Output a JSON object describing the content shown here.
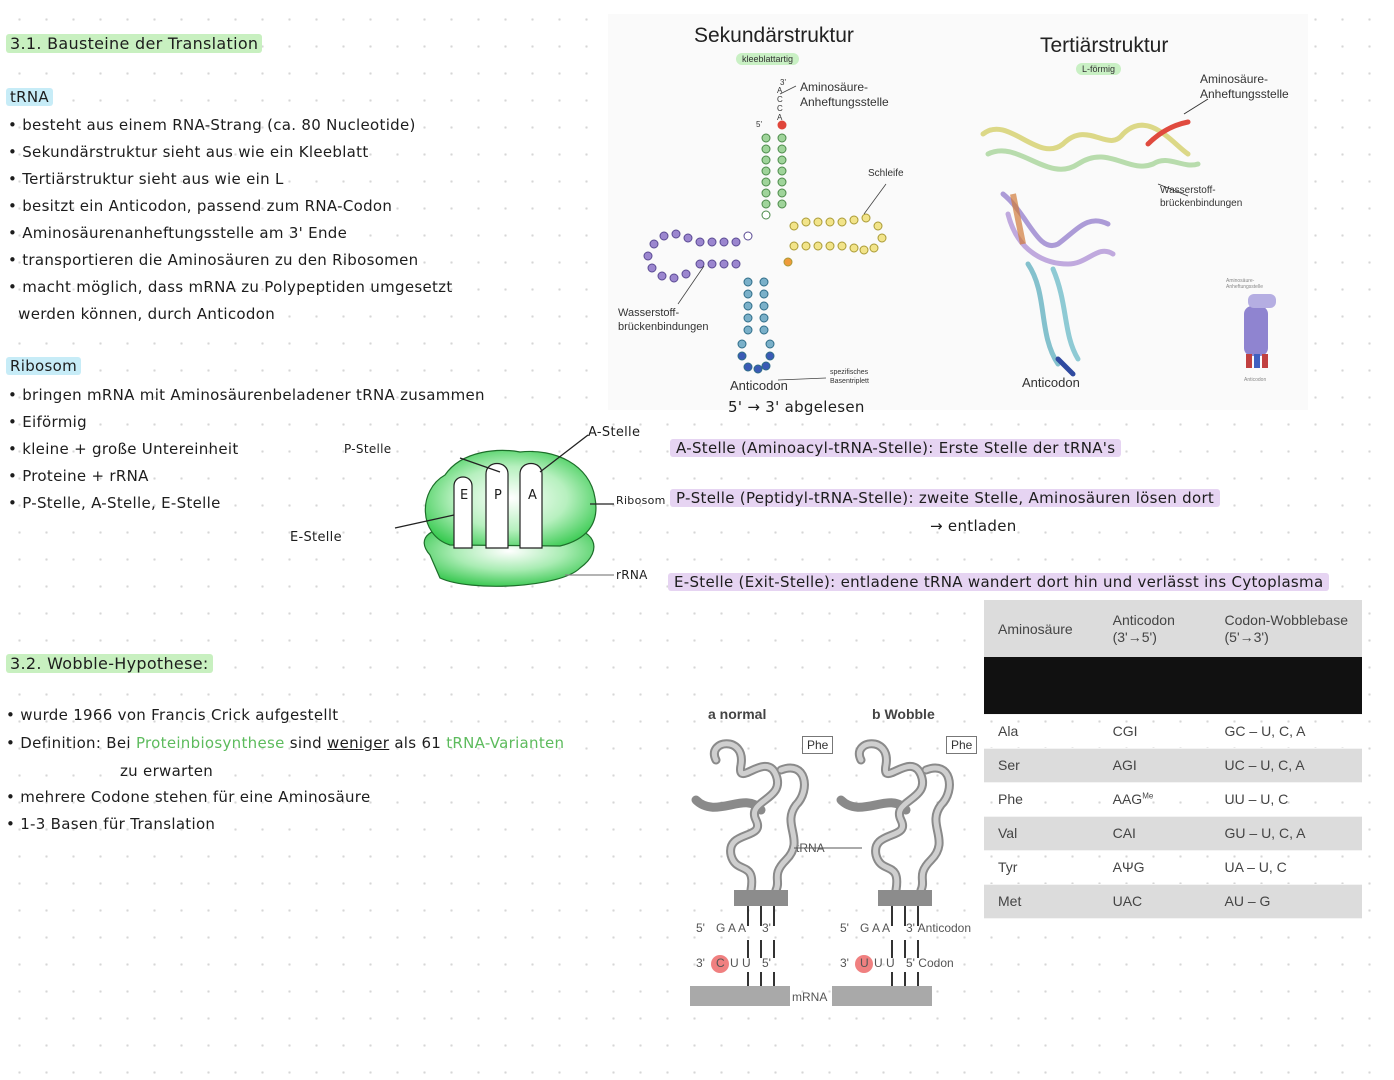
{
  "sec31": {
    "title": "3.1. Bausteine der Translation",
    "trna_heading": "tRNA",
    "trna_items": [
      "• besteht aus einem RNA-Strang (ca. 80 Nucleotide)",
      "• Sekundärstruktur sieht aus wie ein Kleeblatt",
      "• Tertiärstruktur sieht aus wie ein L",
      "• besitzt ein Anticodon, passend zum RNA-Codon",
      "• Aminosäurenanheftungsstelle am 3' Ende",
      "• transportieren die Aminosäuren zu den Ribosomen",
      "• macht möglich, dass mRNA zu Polypeptiden umgesetzt",
      "  werden können, durch Anticodon"
    ],
    "ribosom_heading": "Ribosom",
    "ribosom_items": [
      "• bringen mRNA mit Aminosäurenbeladener tRNA zusammen",
      "• Eiförmig",
      "• kleine + große Untereinheit",
      "• Proteine + rRNA",
      "• P-Stelle, A-Stelle, E-Stelle"
    ]
  },
  "ribosome_diagram": {
    "p_label": "P-Stelle",
    "a_label": "A-Stelle",
    "e_label": "E-Stelle",
    "ribosom_label": "Ribosom",
    "rrna_label": "rRNA",
    "slot_e": "E",
    "slot_p": "P",
    "slot_a": "A"
  },
  "trna_figure": {
    "sec_title": "Sekundärstruktur",
    "sec_sub": "kleeblattartig",
    "ter_title": "Tertiärstruktur",
    "ter_sub": "L-förmig",
    "amino_label": "Aminosäure-\nAnheftungsstelle",
    "amino_label2": "Aminosäure-\nAnheftungsstelle",
    "schleife": "Schleife",
    "wasserstoff": "Wasserstoff-\nbrückenbindungen",
    "wasserstoff2": "Wasserstoff-\nbrückenbindungen",
    "anticodon": "Anticodon",
    "anticodon2": "Anticodon",
    "basentriplett": "spezifisches\nBasentriplett",
    "end_3": "3'",
    "end_5": "5'",
    "acca": "A C C A",
    "read_note": "5' → 3' abgelesen",
    "mini_label": "Aminosäure-\nAnheftungsstelle",
    "mini_anticodon": "Anticodon"
  },
  "stellen": {
    "a": "A-Stelle (Aminoacyl-tRNA-Stelle): Erste Stelle der tRNA's",
    "p": "P-Stelle (Peptidyl-tRNA-Stelle): zweite Stelle, Aminosäuren lösen dort",
    "p2": "→ entladen",
    "e": "E-Stelle (Exit-Stelle): entladene tRNA wandert dort hin und verlässt ins Cytoplasma"
  },
  "sec32": {
    "title": "3.2. Wobble-Hypothese:",
    "items": [
      "• wurde 1966 von Francis Crick aufgestellt",
      "• mehrere Codone stehen für eine Aminosäure",
      "• 1-3 Basen für Translation"
    ],
    "def_prefix": "• Definition: Bei",
    "def_green1": "Proteinbiosynthese",
    "def_mid": "sind",
    "def_under": "weniger",
    "def_after": "als 61",
    "def_green2": "tRNA-Varianten",
    "def_line2": "zu erwarten"
  },
  "wobble_figure": {
    "label_a": "a normal",
    "label_b": "b Wobble",
    "phe": "Phe",
    "phe2": "Phe",
    "trna": "tRNA",
    "mrna": "mRNA",
    "anticodon_label": "3' Anticodon",
    "codon_label": "5' Codon",
    "a_top_5": "5'",
    "a_top_bases": "G A A",
    "a_top_3": "3'",
    "a_bot_3": "3'",
    "a_bot_first": "C",
    "a_bot_rest": "U U",
    "a_bot_5": "5'",
    "b_top_5": "5'",
    "b_top_bases": "G A A",
    "b_bot_3": "3'",
    "b_bot_first": "U",
    "b_bot_rest": "U U"
  },
  "table": {
    "headers": [
      "Aminosäure",
      "Anticodon\n(3'→5')",
      "Codon-Wobblebase\n(5'→3')"
    ],
    "rows": [
      [
        "Ala",
        "CGI",
        "GC – U, C, A"
      ],
      [
        "Ser",
        "AGI",
        "UC – U, C, A"
      ],
      [
        "Phe",
        "AAG",
        "UU – U, C"
      ],
      [
        "Val",
        "CAI",
        "GU – U, C, A"
      ],
      [
        "Tyr",
        "AΨG",
        "UA – U, C"
      ],
      [
        "Met",
        "UAC",
        "AU – G"
      ]
    ],
    "phe_sup": "Me"
  },
  "colors": {
    "green_hl": "#c8f0c0",
    "blue_hl": "#c7ecf7",
    "purple_hl": "#e6d4f2",
    "ribosome_green": "#3fd35a",
    "wobble_red": "#f08080"
  }
}
